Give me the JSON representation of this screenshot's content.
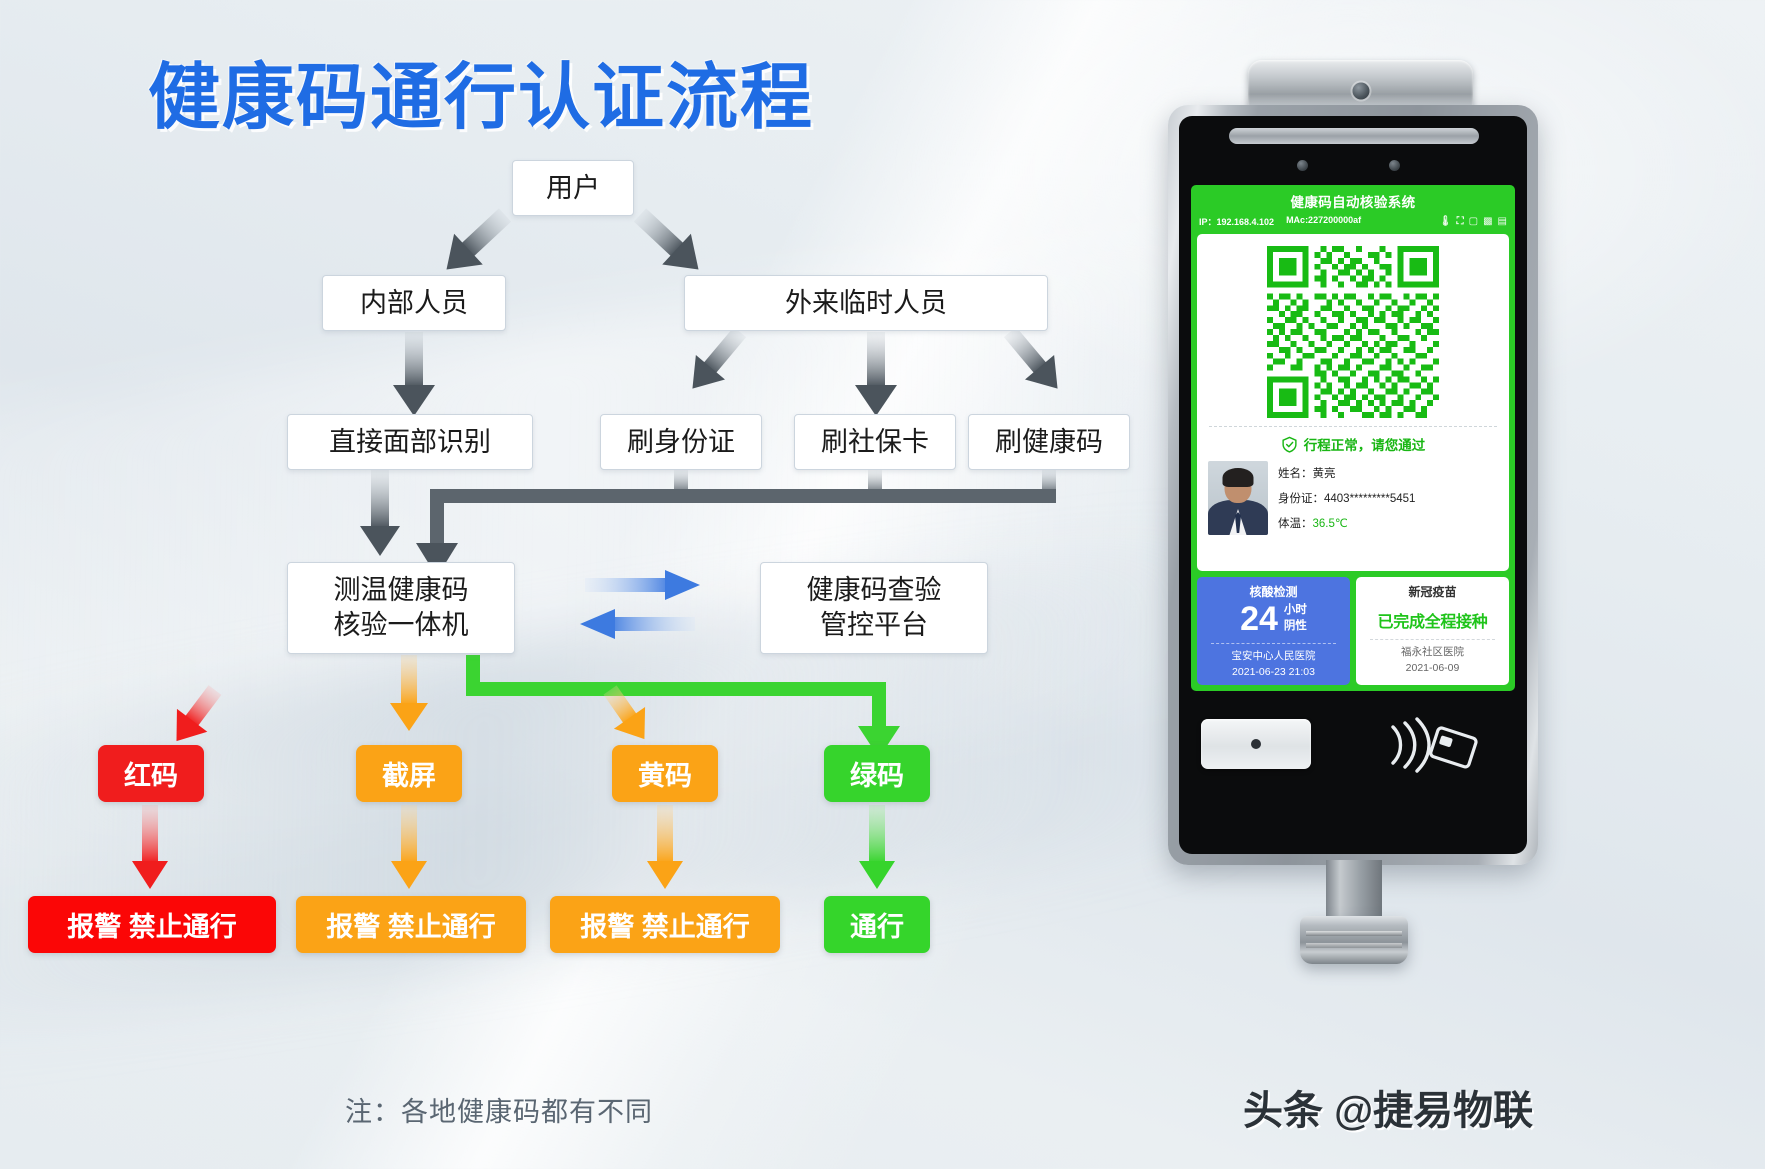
{
  "title": "健康码通行认证流程",
  "flow": {
    "nodes": [
      {
        "id": "user",
        "label": "用户"
      },
      {
        "id": "internal",
        "label": "内部人员"
      },
      {
        "id": "visitor",
        "label": "外来临时人员"
      },
      {
        "id": "face",
        "label": "直接面部识别"
      },
      {
        "id": "idcard",
        "label": "刷身份证"
      },
      {
        "id": "ssc",
        "label": "刷社保卡"
      },
      {
        "id": "hcode",
        "label": "刷健康码"
      },
      {
        "id": "terminal",
        "label": "测温健康码\n核验一体机"
      },
      {
        "id": "platform",
        "label": "健康码查验\n管控平台"
      }
    ],
    "chips": [
      {
        "id": "red-code",
        "label": "红码",
        "color": "#f01d1d"
      },
      {
        "id": "screenshot",
        "label": "截屏",
        "color": "#fba316"
      },
      {
        "id": "yellow-code",
        "label": "黄码",
        "color": "#fba316"
      },
      {
        "id": "green-code",
        "label": "绿码",
        "color": "#36d42c"
      }
    ],
    "results": [
      {
        "id": "result-red",
        "label": "报警 禁止通行",
        "color": "#fb0606"
      },
      {
        "id": "result-shot",
        "label": "报警 禁止通行",
        "color": "#fba316"
      },
      {
        "id": "result-yellow",
        "label": "报警 禁止通行",
        "color": "#fba316"
      },
      {
        "id": "result-green",
        "label": "通行",
        "color": "#35d52b"
      }
    ],
    "note": "注：各地健康码都有不同"
  },
  "device": {
    "screen": {
      "header": {
        "title": "健康码自动核验系统",
        "ip_label": "IP：192.168.4.102",
        "mac_label": "MAc:227200000af",
        "status_icons": [
          "thermometer-icon",
          "face-scan-icon",
          "chat-icon",
          "qr-icon",
          "card-icon"
        ]
      },
      "qr_alt": "qr-code",
      "pass_message": "行程正常，请您通过",
      "person": {
        "name_label": "姓名：",
        "name_value": "黄亮",
        "id_label": "身份证：",
        "id_value": "4403*********5451",
        "temp_label": "体温：",
        "temp_value": "36.5℃"
      },
      "nucleic_card": {
        "title": "核酸检测",
        "number": "24",
        "unit": "小时",
        "result": "阴性",
        "hospital": "宝安中心人民医院",
        "datetime": "2021-06-23 21:03"
      },
      "vaccine_card": {
        "title": "新冠疫苗",
        "status": "已完成全程接种",
        "hospital": "福永社区医院",
        "datetime": "2021-06-09"
      }
    }
  },
  "watermark": "头条 @捷易物联",
  "colors": {
    "title_blue": "#1f6ce4",
    "red": "#f01d1d",
    "orange": "#fba316",
    "green": "#36d42c",
    "ui_green": "#2bcb26",
    "ui_blue": "#4d74e0"
  }
}
